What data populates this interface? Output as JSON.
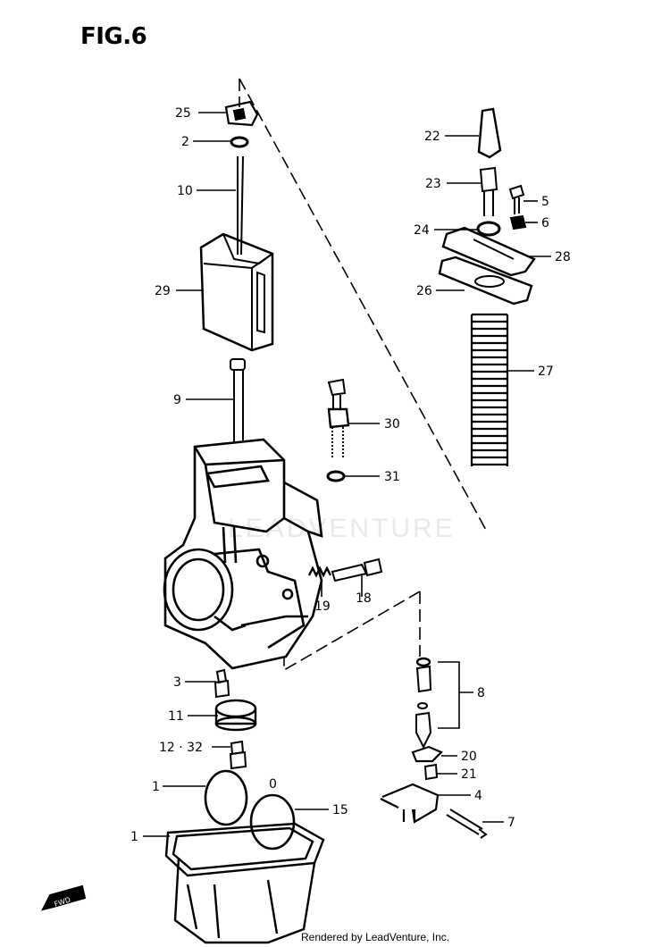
{
  "figure": {
    "title": "FIG.6",
    "footer": "Rendered by LeadVenture, Inc.",
    "watermark": "LEADVENTURE",
    "front_marker": "FWD"
  },
  "callouts": [
    {
      "id": "c25",
      "label": "25"
    },
    {
      "id": "c2",
      "label": "2"
    },
    {
      "id": "c10",
      "label": "10"
    },
    {
      "id": "c29",
      "label": "29"
    },
    {
      "id": "c9",
      "label": "9"
    },
    {
      "id": "c30",
      "label": "30"
    },
    {
      "id": "c31",
      "label": "31"
    },
    {
      "id": "c19",
      "label": "19"
    },
    {
      "id": "c18",
      "label": "18"
    },
    {
      "id": "c22",
      "label": "22"
    },
    {
      "id": "c23",
      "label": "23"
    },
    {
      "id": "c5",
      "label": "5"
    },
    {
      "id": "c24",
      "label": "24"
    },
    {
      "id": "c6",
      "label": "6"
    },
    {
      "id": "c28",
      "label": "28"
    },
    {
      "id": "c26",
      "label": "26"
    },
    {
      "id": "c27",
      "label": "27"
    },
    {
      "id": "c3",
      "label": "3"
    },
    {
      "id": "c11",
      "label": "11"
    },
    {
      "id": "c12-32",
      "label": "12 · 32"
    },
    {
      "id": "c1a",
      "label": "1"
    },
    {
      "id": "c1b",
      "label": "1"
    },
    {
      "id": "c8",
      "label": "8"
    },
    {
      "id": "c20",
      "label": "20"
    },
    {
      "id": "c21",
      "label": "21"
    },
    {
      "id": "c4",
      "label": "4"
    },
    {
      "id": "c7",
      "label": "7"
    },
    {
      "id": "c15",
      "label": "15"
    },
    {
      "id": "c0",
      "label": "0"
    }
  ]
}
